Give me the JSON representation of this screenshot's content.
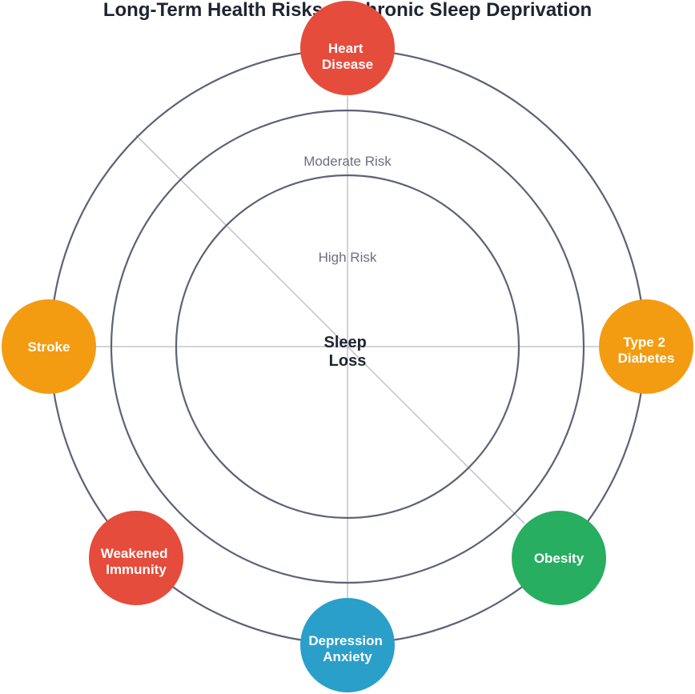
{
  "title": "Long-Term Health Risks of Chronic Sleep Deprivation",
  "center": {
    "lines": [
      "Sleep",
      "Loss"
    ]
  },
  "rings": {
    "moderate_label": "Moderate Risk",
    "high_label": "High Risk",
    "ring_color": "#5f6177",
    "axis_color": "#b9bac3"
  },
  "nodes": [
    {
      "id": "heart-disease",
      "lines": [
        "Heart",
        "Disease"
      ],
      "color": "#e54c3c"
    },
    {
      "id": "type-2-diabetes",
      "lines": [
        "Type 2",
        "Diabetes"
      ],
      "color": "#f39c12"
    },
    {
      "id": "obesity",
      "lines": [
        "Obesity"
      ],
      "color": "#27ae60"
    },
    {
      "id": "depression-anxiety",
      "lines": [
        "Depression",
        "Anxiety"
      ],
      "color": "#2a9fc9"
    },
    {
      "id": "weakened-immunity",
      "lines": [
        "Weakened",
        "Immunity"
      ],
      "color": "#e54c3c"
    },
    {
      "id": "stroke",
      "lines": [
        "Stroke"
      ],
      "color": "#f39c12"
    }
  ]
}
